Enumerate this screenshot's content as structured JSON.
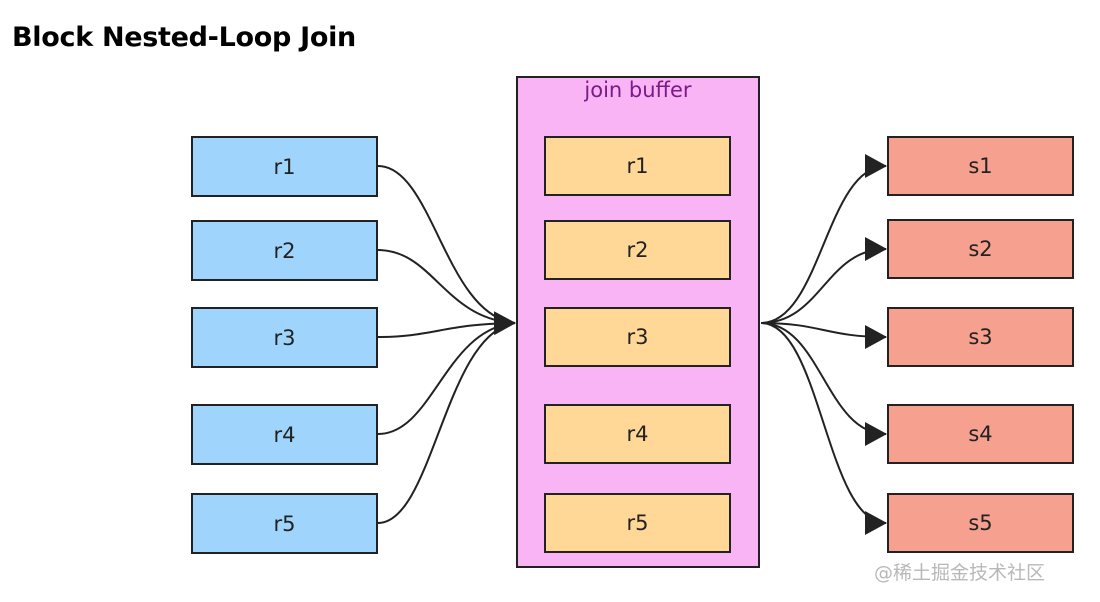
{
  "title": "Block Nested-Loop Join",
  "buffer": {
    "label": "join buffer"
  },
  "left_rows": [
    "r1",
    "r2",
    "r3",
    "r4",
    "r5"
  ],
  "buffer_rows": [
    "r1",
    "r2",
    "r3",
    "r4",
    "r5"
  ],
  "right_rows": [
    "s1",
    "s2",
    "s3",
    "s4",
    "s5"
  ],
  "watermark": "@稀土掘金技术社区",
  "colors": {
    "left_fill": "#9fd5fc",
    "buffer_fill": "#f9b4f6",
    "buffer_row_fill": "#ffd796",
    "right_fill": "#f6a08f",
    "buffer_label": "#7b1b86",
    "stroke": "#222222"
  }
}
